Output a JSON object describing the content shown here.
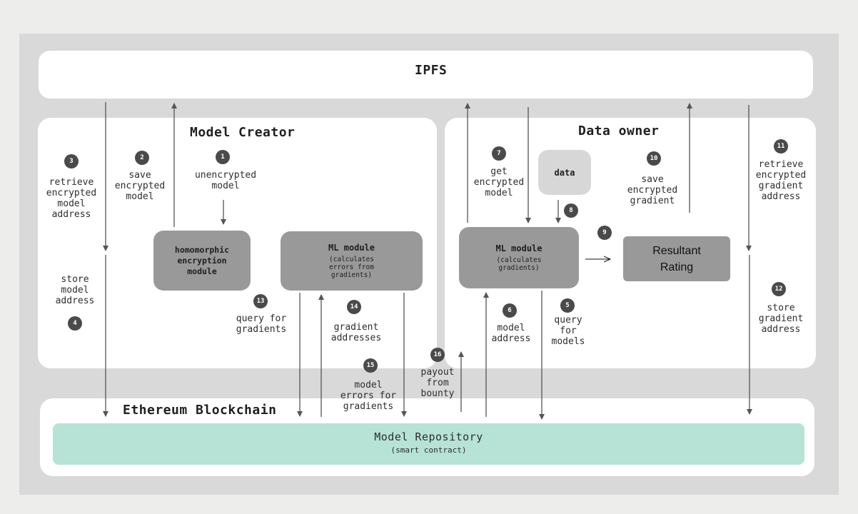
{
  "ipfs": {
    "title": "IPFS"
  },
  "model_creator": {
    "title": "Model Creator",
    "homomorphic_module": "homomorphic\nencryption\nmodule",
    "ml_module": {
      "title": "ML module",
      "subtitle": "(calculates\nerrors from\ngradients)"
    }
  },
  "data_owner": {
    "title": "Data owner",
    "data_label": "data",
    "ml_module": {
      "title": "ML module",
      "subtitle": "(calculates\ngradients)"
    },
    "resultant_rating": "Resultant\nRating"
  },
  "blockchain": {
    "title": "Ethereum Blockchain",
    "repository": "Model Repository",
    "repository_sub": "(smart contract)"
  },
  "steps": [
    {
      "n": "1",
      "label": "unencrypted\nmodel"
    },
    {
      "n": "2",
      "label": "save\nencrypted\nmodel"
    },
    {
      "n": "3",
      "label": "retrieve\nencrypted\nmodel\naddress"
    },
    {
      "n": "4",
      "label": "store\nmodel\naddress"
    },
    {
      "n": "5",
      "label": "query\nfor\nmodels"
    },
    {
      "n": "6",
      "label": "model\naddress"
    },
    {
      "n": "7",
      "label": "get\nencrypted\nmodel"
    },
    {
      "n": "8",
      "label": ""
    },
    {
      "n": "9",
      "label": ""
    },
    {
      "n": "10",
      "label": "save\nencrypted\ngradient"
    },
    {
      "n": "11",
      "label": "retrieve\nencrypted\ngradient\naddress"
    },
    {
      "n": "12",
      "label": "store\ngradient\naddress"
    },
    {
      "n": "13",
      "label": "query for\ngradients"
    },
    {
      "n": "14",
      "label": "gradient\naddresses"
    },
    {
      "n": "15",
      "label": "model\nerrors for\ngradients"
    },
    {
      "n": "16",
      "label": "payout\nfrom\nbounty"
    }
  ]
}
